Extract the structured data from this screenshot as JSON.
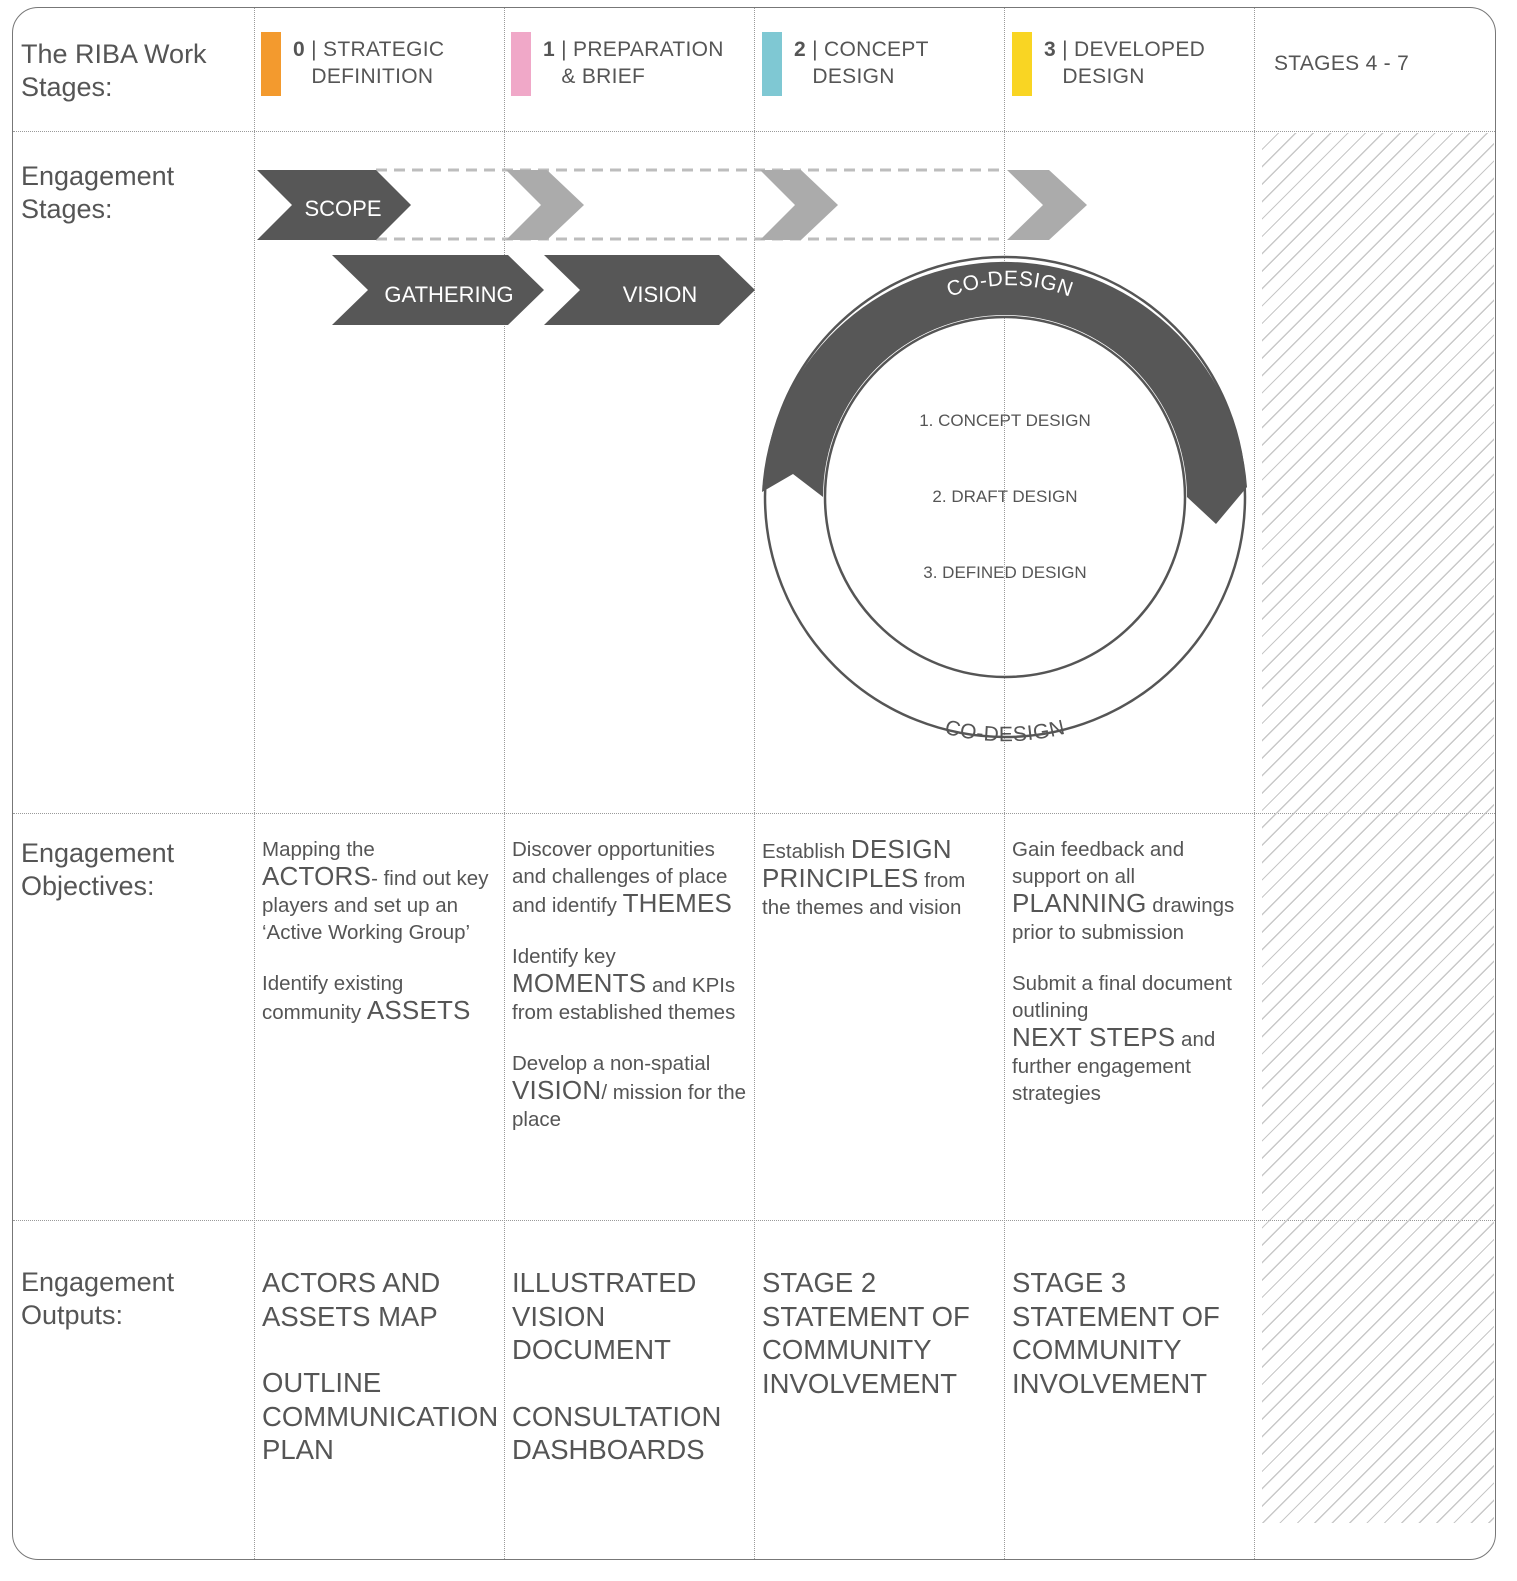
{
  "rows": {
    "work_stages": "The RIBA Work\nStages:",
    "engagement_stages": "Engagement\nStages:",
    "engagement_objectives": "Engagement\nObjectives:",
    "engagement_outputs": "Engagement\nOutputs:"
  },
  "work_stages": [
    {
      "num": "0",
      "title_line1": "STRATEGIC",
      "title_line2": "DEFINITION",
      "color": "#F39A2E"
    },
    {
      "num": "1",
      "title_line1": "PREPARATION",
      "title_line2": "& BRIEF",
      "color": "#F0A8C8"
    },
    {
      "num": "2",
      "title_line1": "CONCEPT",
      "title_line2": "DESIGN",
      "color": "#7FC8D3"
    },
    {
      "num": "3",
      "title_line1": "DEVELOPED",
      "title_line2": "DESIGN",
      "color": "#F9D523"
    }
  ],
  "stages_rest": "STAGES 4 - 7",
  "engagement_stages": {
    "scope": "SCOPE",
    "gathering": "GATHERING",
    "vision": "VISION",
    "codesign_top": "CO-DESIGN",
    "codesign_bottom": "CO-DESIGN",
    "codesign_steps": [
      "1. CONCEPT DESIGN",
      "2. DRAFT DESIGN",
      "3. DEFINED DESIGN"
    ]
  },
  "colors": {
    "dark_arrow": "#575757",
    "light_arrow": "#ABABAB",
    "hatch": "#C8C8C8"
  },
  "objectives": {
    "stage0": {
      "p1_a": "Mapping the",
      "p1_b": "ACTORS",
      "p1_c": "- find out key players and set up an ‘Active Working Group’",
      "p2_a": "Identify existing community ",
      "p2_b": "ASSETS"
    },
    "stage1": {
      "p1_a": "Discover opportunities and challenges of place and identify ",
      "p1_b": "THEMES",
      "p2_a": "Identify key",
      "p2_b": "MOMENTS",
      "p2_c": " and KPIs from established themes",
      "p3_a": "Develop a non-spatial",
      "p3_b": "VISION",
      "p3_c": "/ mission for the place"
    },
    "stage2": {
      "p1_a": "Establish ",
      "p1_b": "DESIGN PRINCIPLES",
      "p1_c": " from the themes and vision"
    },
    "stage3": {
      "p1_a": "Gain feedback and support on all",
      "p1_b": "PLANNING",
      "p1_c": " drawings prior to submission",
      "p2_a": "Submit a final document outlining",
      "p2_b": "NEXT STEPS",
      "p2_c": " and further engagement strategies"
    }
  },
  "outputs": {
    "stage0": [
      "ACTORS AND\nASSETS MAP",
      "OUTLINE\nCOMMUNICATION\nPLAN"
    ],
    "stage1": [
      "ILLUSTRATED\nVISION\nDOCUMENT",
      "CONSULTATION\nDASHBOARDS"
    ],
    "stage2": [
      "STAGE 2\nSTATEMENT OF\nCOMMUNITY\nINVOLVEMENT"
    ],
    "stage3": [
      "STAGE 3\nSTATEMENT OF\nCOMMUNITY\nINVOLVEMENT"
    ]
  }
}
